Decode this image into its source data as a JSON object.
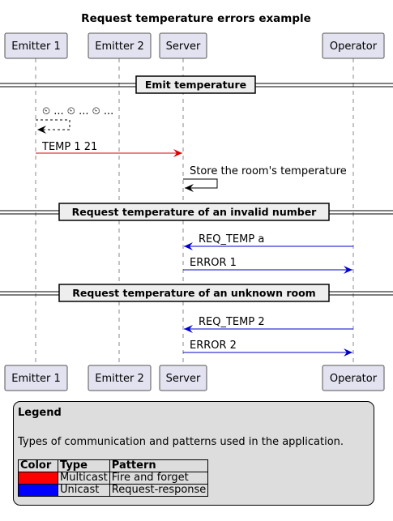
{
  "title": "Request temperature errors example",
  "participants": [
    {
      "id": "emitter1",
      "label": "Emitter 1"
    },
    {
      "id": "emitter2",
      "label": "Emitter 2"
    },
    {
      "id": "server",
      "label": "Server"
    },
    {
      "id": "operator",
      "label": "Operator"
    }
  ],
  "sections": [
    {
      "label": "Emit temperature"
    },
    {
      "label": "Request temperature of an invalid number"
    },
    {
      "label": "Request temperature of an unknown room"
    }
  ],
  "messages": [
    {
      "label": "⏲ ... ⏲ ... ⏲ ...",
      "from": "emitter1",
      "to": "emitter1",
      "style": "dashed",
      "color": "#000000"
    },
    {
      "label": "TEMP 1 21",
      "from": "emitter1",
      "to": "server",
      "style": "solid",
      "color": "#dd0000"
    },
    {
      "label": "Store the room's temperature",
      "from": "server",
      "to": "server",
      "style": "solid",
      "color": "#000000"
    },
    {
      "label": "REQ_TEMP a",
      "from": "operator",
      "to": "server",
      "style": "solid",
      "color": "#0000cc"
    },
    {
      "label": "ERROR 1",
      "from": "server",
      "to": "operator",
      "style": "solid",
      "color": "#0000cc"
    },
    {
      "label": "REQ_TEMP 2",
      "from": "operator",
      "to": "server",
      "style": "solid",
      "color": "#0000cc"
    },
    {
      "label": "ERROR 2",
      "from": "server",
      "to": "operator",
      "style": "solid",
      "color": "#0000cc"
    }
  ],
  "legend": {
    "title": "Legend",
    "text": "Types of communication and patterns used in the application.",
    "headers": [
      "Color",
      "Type",
      "Pattern"
    ],
    "rows": [
      {
        "color": "#ff0000",
        "type": "Multicast",
        "pattern": "Fire and forget"
      },
      {
        "color": "#0000ff",
        "type": "Unicast",
        "pattern": "Request-response"
      }
    ]
  },
  "colors": {
    "participant_fill": "#e2e2f0",
    "legend_fill": "#dddddd"
  }
}
